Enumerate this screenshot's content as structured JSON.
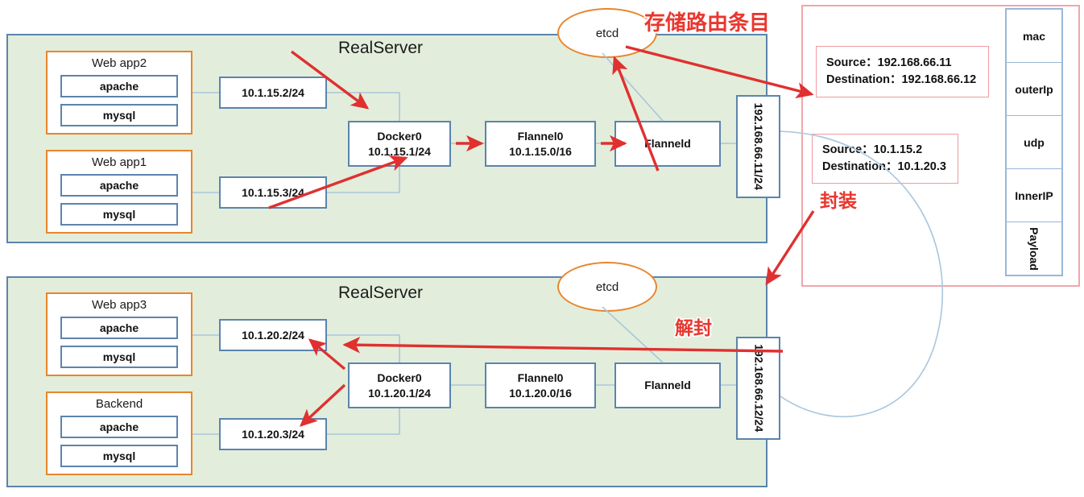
{
  "diagram": {
    "title": "Flannel UDP overlay network between two RealServers",
    "colors": {
      "server_fill": "#e2eedb",
      "server_border": "#5b84ad",
      "app_border": "#e8852c",
      "node_border": "#5b84ad",
      "arrow_red": "#e03030",
      "link_blue": "#a9c6dd",
      "annotation_red": "#e8372f",
      "packet_border": "#9ab7d8",
      "redpanel_border": "#f0a6aa"
    },
    "servers": [
      {
        "name": "realserver-top",
        "title": "RealServer",
        "etcd_label": "etcd",
        "app_groups": [
          {
            "title": "Web app2",
            "services": [
              "apache",
              "mysql"
            ]
          },
          {
            "title": "Web app1",
            "services": [
              "apache",
              "mysql"
            ]
          }
        ],
        "container_ips": [
          "10.1.15.2/24",
          "10.1.15.3/24"
        ],
        "bridge": {
          "name": "Docker0",
          "cidr": "10.1.15.1/24"
        },
        "flannel0": {
          "name": "Flannel0",
          "cidr": "10.1.15.0/16"
        },
        "flanneld": {
          "name": "Flanneld"
        },
        "host_nic": "192.168.66.11/24"
      },
      {
        "name": "realserver-bottom",
        "title": "RealServer",
        "etcd_label": "etcd",
        "app_groups": [
          {
            "title": "Web app3",
            "services": [
              "apache",
              "mysql"
            ]
          },
          {
            "title": "Backend",
            "services": [
              "apache",
              "mysql"
            ]
          }
        ],
        "container_ips": [
          "10.1.20.2/24",
          "10.1.20.3/24"
        ],
        "bridge": {
          "name": "Docker0",
          "cidr": "10.1.20.1/24"
        },
        "flannel0": {
          "name": "Flannel0",
          "cidr": "10.1.20.0/16"
        },
        "flanneld": {
          "name": "Flanneld"
        },
        "host_nic": "192.168.66.12/24"
      }
    ],
    "annotations": {
      "store_route_entries": "存储路由条目",
      "encapsulate": "封装",
      "decapsulate": "解封"
    },
    "packet_detail": {
      "outer_header": {
        "source_label": "Source：",
        "source_value": "192.168.66.11",
        "destination_label": "Destination：",
        "destination_value": "192.168.66.12"
      },
      "inner_header": {
        "source_label": "Source：",
        "source_value": "10.1.15.2",
        "destination_label": "Destination：",
        "destination_value": "10.1.20.3"
      },
      "stack": [
        "mac",
        "outerIp",
        "udp",
        "InnerIP",
        "Payload"
      ]
    }
  }
}
